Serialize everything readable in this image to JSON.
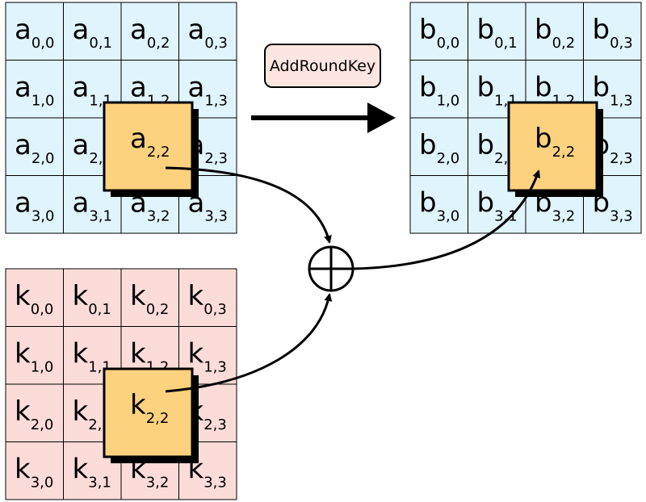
{
  "colors": {
    "state_fill": "#dff4fc",
    "key_fill": "#fbdcd8",
    "highlight_fill": "#fdd27e",
    "shadow": "#000000",
    "label_fill": "#fde6e2",
    "stroke": "#000000"
  },
  "operation_label": "AddRoundKey",
  "matrices": {
    "input": {
      "letter": "a",
      "cells": [
        [
          "0,0",
          "0,1",
          "0,2",
          "0,3"
        ],
        [
          "1,0",
          "1,1",
          "1,2",
          "1,3"
        ],
        [
          "2,0",
          "2,1",
          "2,2",
          "2,3"
        ],
        [
          "3,0",
          "3,1",
          "3,2",
          "3,3"
        ]
      ],
      "highlight": "2,2"
    },
    "output": {
      "letter": "b",
      "cells": [
        [
          "0,0",
          "0,1",
          "0,2",
          "0,3"
        ],
        [
          "1,0",
          "1,1",
          "1,2",
          "1,3"
        ],
        [
          "2,0",
          "2,1",
          "2,2",
          "2,3"
        ],
        [
          "3,0",
          "3,1",
          "3,2",
          "3,3"
        ]
      ],
      "highlight": "2,2"
    },
    "key": {
      "letter": "k",
      "cells": [
        [
          "0,0",
          "0,1",
          "0,2",
          "0,3"
        ],
        [
          "1,0",
          "1,1",
          "1,2",
          "1,3"
        ],
        [
          "2,0",
          "2,1",
          "2,2",
          "2,3"
        ],
        [
          "3,0",
          "3,1",
          "3,2",
          "3,3"
        ]
      ],
      "highlight": "2,2"
    }
  },
  "operator_symbol": "xor-circle-icon"
}
